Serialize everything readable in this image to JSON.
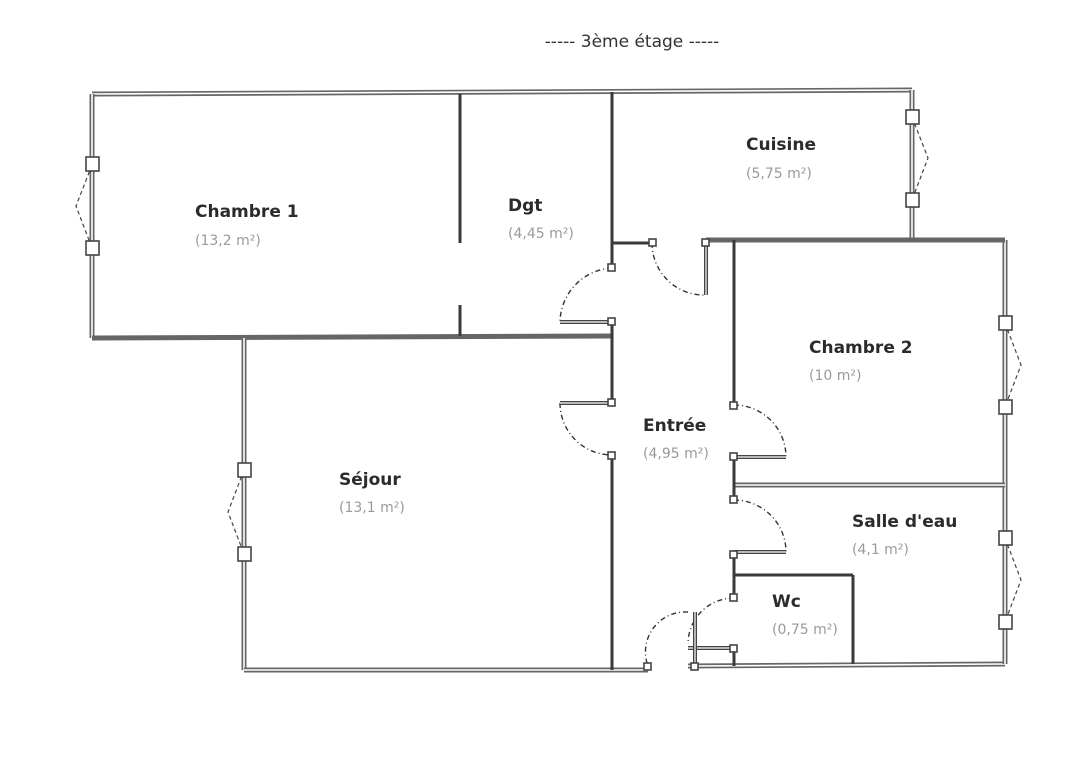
{
  "floor_label": "----- 3ème étage -----",
  "rooms": [
    {
      "name": "Chambre 1",
      "area": "(13,2 m²)"
    },
    {
      "name": "Dgt",
      "area": "(4,45 m²)"
    },
    {
      "name": "Cuisine",
      "area": "(5,75 m²)"
    },
    {
      "name": "Chambre 2",
      "area": "(10 m²)"
    },
    {
      "name": "Séjour",
      "area": "(13,1 m²)"
    },
    {
      "name": "Entrée",
      "area": "(4,95 m²)"
    },
    {
      "name": "Salle d'eau",
      "area": "(4,1 m²)"
    },
    {
      "name": "Wc",
      "area": "(0,75 m²)"
    }
  ]
}
